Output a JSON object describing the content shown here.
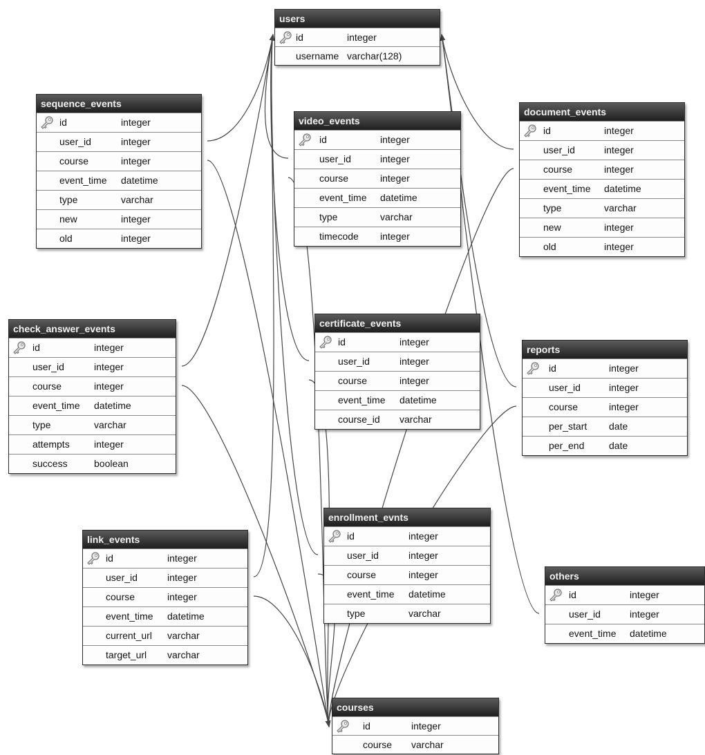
{
  "tables": [
    {
      "id": "users",
      "name": "users",
      "fields": [
        {
          "name": "id",
          "type": "integer",
          "pk": true
        },
        {
          "name": "username",
          "type": "varchar(128)"
        }
      ]
    },
    {
      "id": "sequence_events",
      "name": "sequence_events",
      "fields": [
        {
          "name": "id",
          "type": "integer",
          "pk": true
        },
        {
          "name": "user_id",
          "type": "integer"
        },
        {
          "name": "course",
          "type": "integer"
        },
        {
          "name": "event_time",
          "type": "datetime"
        },
        {
          "name": "type",
          "type": "varchar"
        },
        {
          "name": "new",
          "type": "integer"
        },
        {
          "name": "old",
          "type": "integer"
        }
      ]
    },
    {
      "id": "video_events",
      "name": "video_events",
      "fields": [
        {
          "name": "id",
          "type": "integer",
          "pk": true
        },
        {
          "name": "user_id",
          "type": "integer"
        },
        {
          "name": "course",
          "type": "integer"
        },
        {
          "name": "event_time",
          "type": "datetime"
        },
        {
          "name": "type",
          "type": "varchar"
        },
        {
          "name": "timecode",
          "type": "integer"
        }
      ]
    },
    {
      "id": "document_events",
      "name": "document_events",
      "fields": [
        {
          "name": "id",
          "type": "integer",
          "pk": true
        },
        {
          "name": "user_id",
          "type": "integer"
        },
        {
          "name": "course",
          "type": "integer"
        },
        {
          "name": "event_time",
          "type": "datetime"
        },
        {
          "name": "type",
          "type": "varchar"
        },
        {
          "name": "new",
          "type": "integer"
        },
        {
          "name": "old",
          "type": "integer"
        }
      ]
    },
    {
      "id": "check_answer_events",
      "name": "check_answer_events",
      "fields": [
        {
          "name": "id",
          "type": "integer",
          "pk": true
        },
        {
          "name": "user_id",
          "type": "integer"
        },
        {
          "name": "course",
          "type": "integer"
        },
        {
          "name": "event_time",
          "type": "datetime"
        },
        {
          "name": "type",
          "type": "varchar"
        },
        {
          "name": "attempts",
          "type": "integer"
        },
        {
          "name": "success",
          "type": "boolean"
        }
      ]
    },
    {
      "id": "certificate_events",
      "name": "certificate_events",
      "fields": [
        {
          "name": "id",
          "type": "integer",
          "pk": true
        },
        {
          "name": "user_id",
          "type": "integer"
        },
        {
          "name": "course",
          "type": "integer"
        },
        {
          "name": "event_time",
          "type": "datetime"
        },
        {
          "name": "course_id",
          "type": "varchar"
        }
      ]
    },
    {
      "id": "reports",
      "name": "reports",
      "fields": [
        {
          "name": "id",
          "type": "integer",
          "pk": true
        },
        {
          "name": "user_id",
          "type": "integer"
        },
        {
          "name": "course",
          "type": "integer"
        },
        {
          "name": "per_start",
          "type": "date"
        },
        {
          "name": "per_end",
          "type": "date"
        }
      ]
    },
    {
      "id": "link_events",
      "name": "link_events",
      "fields": [
        {
          "name": "id",
          "type": "integer",
          "pk": true
        },
        {
          "name": "user_id",
          "type": "integer"
        },
        {
          "name": "course",
          "type": "integer"
        },
        {
          "name": "event_time",
          "type": "datetime"
        },
        {
          "name": "current_url",
          "type": "varchar"
        },
        {
          "name": "target_url",
          "type": "varchar"
        }
      ]
    },
    {
      "id": "enrollment_evnts",
      "name": "enrollment_evnts",
      "fields": [
        {
          "name": "id",
          "type": "integer",
          "pk": true
        },
        {
          "name": "user_id",
          "type": "integer"
        },
        {
          "name": "course",
          "type": "integer"
        },
        {
          "name": "event_time",
          "type": "datetime"
        },
        {
          "name": "type",
          "type": "varchar"
        }
      ]
    },
    {
      "id": "others",
      "name": "others",
      "fields": [
        {
          "name": "id",
          "type": "integer",
          "pk": true
        },
        {
          "name": "user_id",
          "type": "integer"
        },
        {
          "name": "event_time",
          "type": "datetime"
        }
      ]
    },
    {
      "id": "courses",
      "name": "courses",
      "fields": [
        {
          "name": "id",
          "type": "integer",
          "pk": true
        },
        {
          "name": "course",
          "type": "varchar"
        }
      ]
    }
  ],
  "relationships": [
    {
      "from": "sequence_events",
      "field": "user_id",
      "to": "users"
    },
    {
      "from": "video_events",
      "field": "user_id",
      "to": "users"
    },
    {
      "from": "document_events",
      "field": "user_id",
      "to": "users"
    },
    {
      "from": "check_answer_events",
      "field": "user_id",
      "to": "users"
    },
    {
      "from": "certificate_events",
      "field": "user_id",
      "to": "users"
    },
    {
      "from": "reports",
      "field": "user_id",
      "to": "users"
    },
    {
      "from": "link_events",
      "field": "user_id",
      "to": "users"
    },
    {
      "from": "enrollment_evnts",
      "field": "user_id",
      "to": "users"
    },
    {
      "from": "others",
      "field": "user_id",
      "to": "users"
    },
    {
      "from": "sequence_events",
      "field": "course",
      "to": "courses"
    },
    {
      "from": "video_events",
      "field": "course",
      "to": "courses"
    },
    {
      "from": "document_events",
      "field": "course",
      "to": "courses"
    },
    {
      "from": "check_answer_events",
      "field": "course",
      "to": "courses"
    },
    {
      "from": "certificate_events",
      "field": "course",
      "to": "courses"
    },
    {
      "from": "reports",
      "field": "course",
      "to": "courses"
    },
    {
      "from": "link_events",
      "field": "course",
      "to": "courses"
    },
    {
      "from": "enrollment_evnts",
      "field": "course",
      "to": "courses"
    }
  ],
  "colors": {
    "header_top": "#5b5b5b",
    "header_bottom": "#1e1e1e",
    "header_text": "#f2f2f2",
    "row_border": "#8a8a8a",
    "edge": "#444444"
  },
  "icons": {
    "primary_key": "key-icon"
  }
}
